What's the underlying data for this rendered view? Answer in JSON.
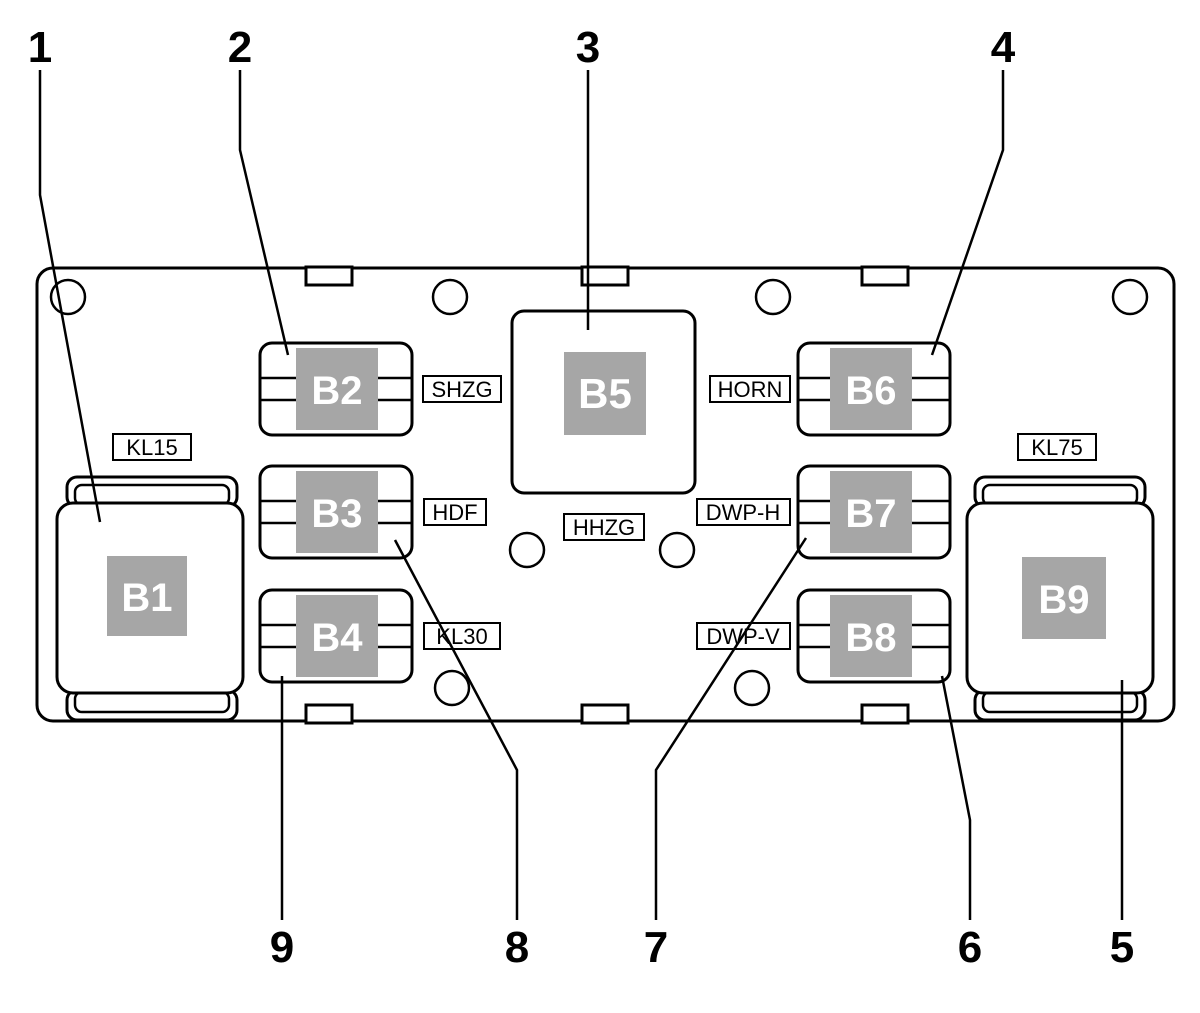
{
  "callouts": [
    "1",
    "2",
    "3",
    "4",
    "5",
    "6",
    "7",
    "8",
    "9"
  ],
  "relays": {
    "b1": "B1",
    "b2": "B2",
    "b3": "B3",
    "b4": "B4",
    "b5": "B5",
    "b6": "B6",
    "b7": "B7",
    "b8": "B8",
    "b9": "B9"
  },
  "tags": {
    "kl15": "KL15",
    "kl75": "KL75",
    "shzg": "SHZG",
    "hdf": "HDF",
    "kl30": "KL30",
    "hhzg": "HHZG",
    "horn": "HORN",
    "dwp_h": "DWP-H",
    "dwp_v": "DWP-V"
  },
  "colors": {
    "relay_fill": "#a6a6a6",
    "line": "#000000",
    "background": "#ffffff"
  }
}
